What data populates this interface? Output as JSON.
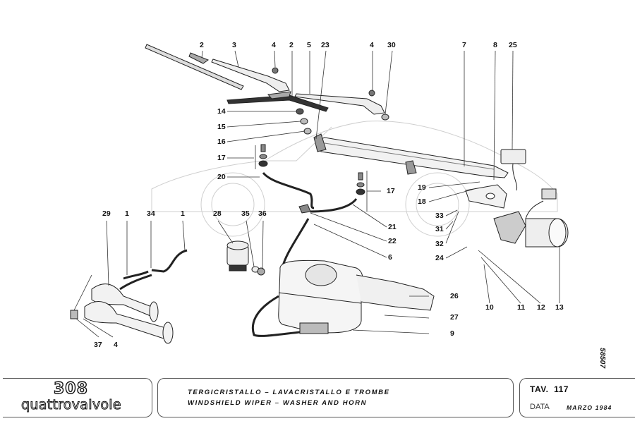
{
  "diagram": {
    "subject": "Windshield wiper, washer and horn exploded parts view",
    "callouts": [
      {
        "id": "c-2a",
        "label": "2"
      },
      {
        "id": "c-3",
        "label": "3"
      },
      {
        "id": "c-4a",
        "label": "4"
      },
      {
        "id": "c-2b",
        "label": "2"
      },
      {
        "id": "c-5",
        "label": "5"
      },
      {
        "id": "c-23",
        "label": "23"
      },
      {
        "id": "c-4b",
        "label": "4"
      },
      {
        "id": "c-30",
        "label": "30"
      },
      {
        "id": "c-7",
        "label": "7"
      },
      {
        "id": "c-8",
        "label": "8"
      },
      {
        "id": "c-25",
        "label": "25"
      },
      {
        "id": "c-14",
        "label": "14"
      },
      {
        "id": "c-15",
        "label": "15"
      },
      {
        "id": "c-16",
        "label": "16"
      },
      {
        "id": "c-17a",
        "label": "17"
      },
      {
        "id": "c-20",
        "label": "20"
      },
      {
        "id": "c-17b",
        "label": "17"
      },
      {
        "id": "c-19",
        "label": "19"
      },
      {
        "id": "c-18",
        "label": "18"
      },
      {
        "id": "c-33",
        "label": "33"
      },
      {
        "id": "c-31",
        "label": "31"
      },
      {
        "id": "c-32",
        "label": "32"
      },
      {
        "id": "c-24",
        "label": "24"
      },
      {
        "id": "c-21",
        "label": "21"
      },
      {
        "id": "c-22",
        "label": "22"
      },
      {
        "id": "c-6",
        "label": "6"
      },
      {
        "id": "c-29",
        "label": "29"
      },
      {
        "id": "c-1a",
        "label": "1"
      },
      {
        "id": "c-34",
        "label": "34"
      },
      {
        "id": "c-1b",
        "label": "1"
      },
      {
        "id": "c-28",
        "label": "28"
      },
      {
        "id": "c-35",
        "label": "35"
      },
      {
        "id": "c-36",
        "label": "36"
      },
      {
        "id": "c-26",
        "label": "26"
      },
      {
        "id": "c-27",
        "label": "27"
      },
      {
        "id": "c-9",
        "label": "9"
      },
      {
        "id": "c-10",
        "label": "10"
      },
      {
        "id": "c-11",
        "label": "11"
      },
      {
        "id": "c-12",
        "label": "12"
      },
      {
        "id": "c-13",
        "label": "13"
      },
      {
        "id": "c-37",
        "label": "37"
      },
      {
        "id": "c-4c",
        "label": "4"
      }
    ],
    "drawing_number": "58507"
  },
  "footer": {
    "logo_model": "308",
    "logo_subtitle": "quattrovalvole",
    "title_it": "TERGICRISTALLO – LAVACRISTALLO E TROMBE",
    "title_en": "WINDSHIELD WIPER – WASHER AND HORN",
    "tav_label": "TAV.",
    "tav_number": "117",
    "date_label": "DATA",
    "date_value": "MARZO 1984"
  }
}
